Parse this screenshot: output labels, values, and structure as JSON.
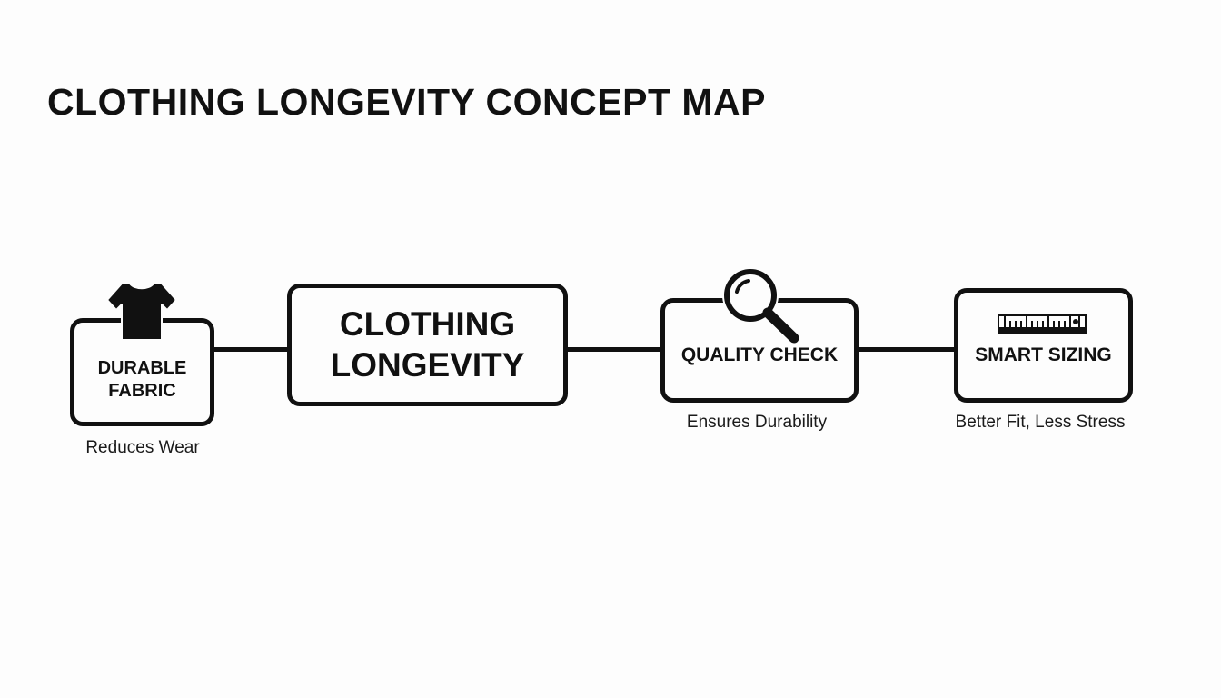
{
  "title": "CLOTHING LONGEVITY CONCEPT MAP",
  "nodes": {
    "fabric": {
      "label": "DURABLE\nFABRIC",
      "caption": "Reduces Wear",
      "icon": "t-shirt-icon"
    },
    "core": {
      "label": "CLOTHING\nLONGEVITY"
    },
    "quality": {
      "label": "QUALITY CHECK",
      "caption": "Ensures Durability",
      "icon": "magnifying-glass-icon"
    },
    "sizing": {
      "label": "SMART SIZING",
      "caption": "Better Fit, Less Stress",
      "icon": "ruler-icon"
    }
  },
  "colors": {
    "stroke": "#111111",
    "background": "#fdfdfd"
  }
}
